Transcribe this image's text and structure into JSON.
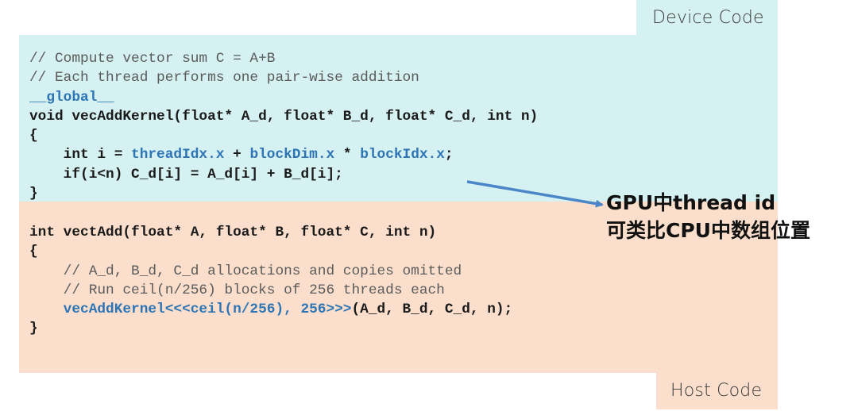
{
  "device": {
    "label": "Device Code",
    "lines": [
      {
        "parts": [
          {
            "t": "// Compute vector sum C = A+B",
            "s": "cm"
          }
        ]
      },
      {
        "parts": [
          {
            "t": "// Each thread performs one pair-wise addition",
            "s": "cm"
          }
        ]
      },
      {
        "parts": [
          {
            "t": "__global__",
            "s": "bl"
          }
        ]
      },
      {
        "parts": [
          {
            "t": "void vecAddKernel(float* A_d, float* B_d, float* C_d, int n)",
            "s": "kw"
          }
        ]
      },
      {
        "parts": [
          {
            "t": "{",
            "s": "kw"
          }
        ]
      },
      {
        "parts": [
          {
            "t": "    int i = ",
            "s": "kw"
          },
          {
            "t": "threadIdx.x",
            "s": "bl"
          },
          {
            "t": " + ",
            "s": "kw"
          },
          {
            "t": "blockDim.x",
            "s": "bl"
          },
          {
            "t": " * ",
            "s": "kw"
          },
          {
            "t": "blockIdx.x",
            "s": "bl"
          },
          {
            "t": ";",
            "s": "kw"
          }
        ]
      },
      {
        "parts": [
          {
            "t": "    if(i<n) C_d[i] = A_d[i] + B_d[i];",
            "s": "kw"
          }
        ]
      },
      {
        "parts": [
          {
            "t": "}",
            "s": "kw"
          }
        ]
      }
    ]
  },
  "host": {
    "label": "Host Code",
    "lines": [
      {
        "parts": [
          {
            "t": "int vectAdd(float* A, float* B, float* C, int n)",
            "s": "kw"
          }
        ]
      },
      {
        "parts": [
          {
            "t": "{",
            "s": "kw"
          }
        ]
      },
      {
        "parts": [
          {
            "t": "    // A_d, B_d, C_d allocations and copies omitted",
            "s": "cm"
          }
        ]
      },
      {
        "parts": [
          {
            "t": "    // Run ceil(n/256) blocks of 256 threads each",
            "s": "cm"
          }
        ]
      },
      {
        "parts": [
          {
            "t": "    vecAddKernel<<<ceil(n/256), 256>>>",
            "s": "bl"
          },
          {
            "t": "(A_d, B_d, C_d, n);",
            "s": "kw"
          }
        ]
      },
      {
        "parts": [
          {
            "t": "}",
            "s": "kw"
          }
        ]
      }
    ]
  },
  "annotation": {
    "line1": "GPU中thread id",
    "line2": "可类比CPU中数组位置",
    "arrow_color": "#4a86c8"
  },
  "colors": {
    "device_bg": "#d5f1f1",
    "host_bg": "#fbdfcc",
    "keyword_blue": "#2e75b6"
  }
}
